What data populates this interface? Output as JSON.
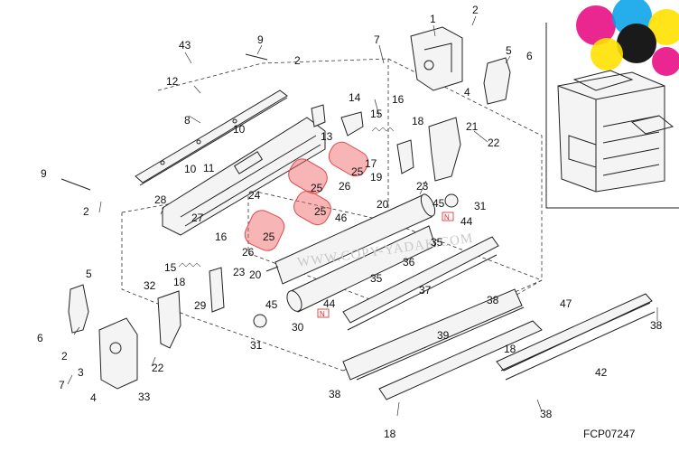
{
  "figure_code": "FCP07247",
  "watermark": "WWW.COPY-YADAK.COM",
  "labels": {
    "p1": "1",
    "p2a": "2",
    "p2b": "2",
    "p2c": "2",
    "p2d": "2",
    "p3": "3",
    "p4a": "4",
    "p4b": "4",
    "p5a": "5",
    "p5b": "5",
    "p6a": "6",
    "p6b": "6",
    "p7a": "7",
    "p7b": "7",
    "p8": "8",
    "p9a": "9",
    "p9b": "9",
    "p10a": "10",
    "p10b": "10",
    "p11": "11",
    "p12": "12",
    "p13": "13",
    "p14": "14",
    "p15a": "15",
    "p15b": "15",
    "p16a": "16",
    "p16b": "16",
    "p17": "17",
    "p18a": "18",
    "p18b": "18",
    "p18c": "18",
    "p18d": "18",
    "p19": "19",
    "p20a": "20",
    "p20b": "20",
    "p21": "21",
    "p22a": "22",
    "p22b": "22",
    "p23a": "23",
    "p23b": "23",
    "p24": "24",
    "p25a": "25",
    "p25b": "25",
    "p25c": "25",
    "p25d": "25",
    "p26a": "26",
    "p26b": "26",
    "p27": "27",
    "p28": "28",
    "p29": "29",
    "p30": "30",
    "p31a": "31",
    "p31b": "31",
    "p32": "32",
    "p33": "33",
    "p35a": "35",
    "p35b": "35",
    "p36": "36",
    "p37": "37",
    "p38a": "38",
    "p38b": "38",
    "p38c": "38",
    "p38d": "38",
    "p39": "39",
    "p42": "42",
    "p43": "43",
    "p44a": "44",
    "p44b": "44",
    "p45a": "45",
    "p45b": "45",
    "p46": "46",
    "p47": "47",
    "nA": "N",
    "nB": "N"
  },
  "colors": {
    "highlight": "#f05a5a",
    "logo_magenta": "#e6007e",
    "logo_cyan": "#00a0e9",
    "logo_yellow": "#ffe100",
    "logo_black": "#1a1a1a"
  },
  "icons": [
    "copier-machine-thumbnail",
    "color-logo-circles"
  ]
}
